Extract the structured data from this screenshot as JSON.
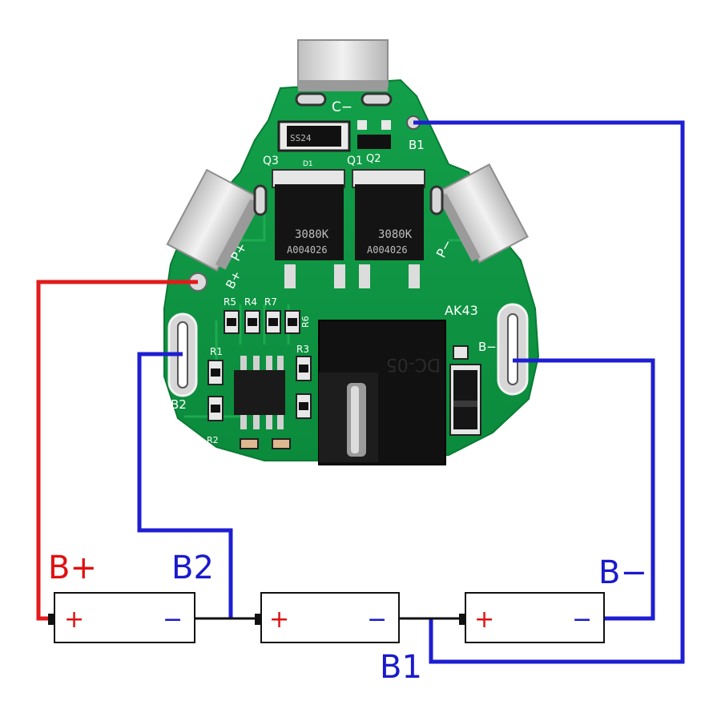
{
  "board": {
    "model": "AK43",
    "pads": {
      "c_minus": "C−",
      "p_plus": "P+",
      "p_minus": "P−",
      "b_plus": "B+",
      "b_minus": "B−",
      "b1": "B1",
      "b2": "B2"
    },
    "refs": {
      "q3": "Q3",
      "q1": "Q1",
      "q2": "Q2",
      "d1": "D1",
      "r5": "R5",
      "r4": "R4",
      "r7": "R7",
      "r6": "R6",
      "r1": "R1",
      "r3": "R3",
      "r2": "R2"
    },
    "mosfet_left": {
      "part": "3080K",
      "lot": "A004026"
    },
    "mosfet_right": {
      "part": "3080K",
      "lot": "A004026"
    },
    "diode_marking": "SS24",
    "connector_marking": "DC-05"
  },
  "wiring": {
    "labels": {
      "b_plus": "B+",
      "b2": "B2",
      "b_minus": "B−",
      "b1": "B1"
    },
    "colors": {
      "positive": "#e31b1b",
      "balance": "#1e1ed2",
      "label_positive": "#e01010",
      "label_balance": "#1a1acc"
    }
  },
  "cells": [
    {
      "plus": "+",
      "minus": "−"
    },
    {
      "plus": "+",
      "minus": "−"
    },
    {
      "plus": "+",
      "minus": "−"
    }
  ]
}
